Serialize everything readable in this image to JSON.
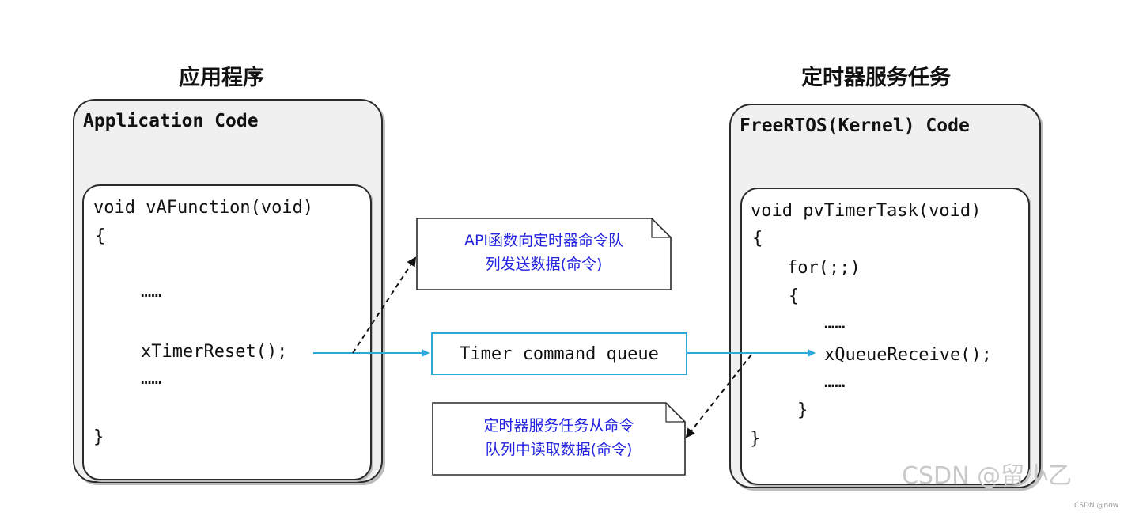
{
  "left_title": "应用程序",
  "right_title": "定时器服务任务",
  "app_box": {
    "title": "Application Code",
    "func_sig": "void vAFunction(void)",
    "open_brace": "{",
    "dots1": "……",
    "call": "xTimerReset();",
    "dots2": "……",
    "close_brace": "}"
  },
  "kernel_box": {
    "title": "FreeRTOS(Kernel) Code",
    "func_sig": "void pvTimerTask(void)",
    "open_brace": "{",
    "for_stmt": "for(;;)",
    "inner_open": "{",
    "dots1": "……",
    "call": "xQueueReceive();",
    "dots2": "……",
    "inner_close": "}",
    "close_brace": "}"
  },
  "queue_label": "Timer command queue",
  "note_send": {
    "line1": "API函数向定时器命令队",
    "line2": "列发送数据(命令)"
  },
  "note_read": {
    "line1": "定时器服务任务从命令",
    "line2": "队列中读取数据(命令)"
  },
  "watermark": "CSDN @留小乙",
  "watermark_small": "CSDN @now",
  "colors": {
    "arrow": "#2aa8d8",
    "note_text": "#2323e0",
    "outer_fill": "#f0f0f0"
  }
}
